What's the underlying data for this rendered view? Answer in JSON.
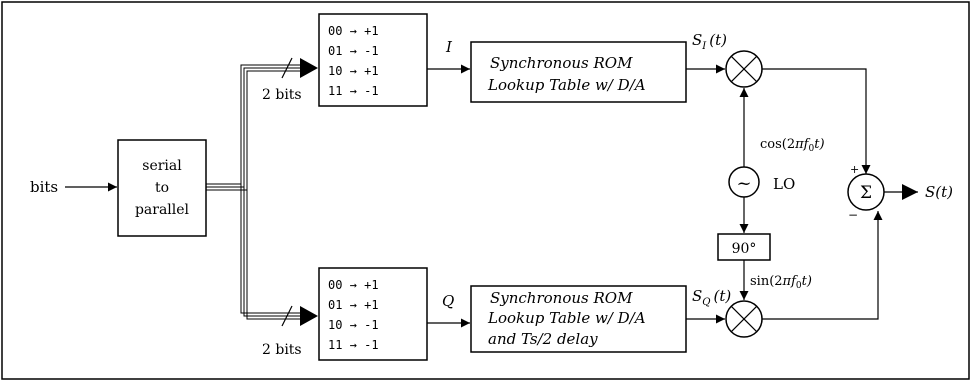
{
  "input": {
    "label": "bits"
  },
  "serial_block": {
    "line1": "serial",
    "line2": "to",
    "line3": "parallel"
  },
  "upper_bus": {
    "label": "2 bits"
  },
  "lower_bus": {
    "label": "2 bits"
  },
  "i_map": {
    "rows": [
      "00 → +1",
      "01 → -1",
      "10 → +1",
      "11 → -1"
    ]
  },
  "q_map": {
    "rows": [
      "00 → +1",
      "01 → +1",
      "10 → -1",
      "11 → -1"
    ]
  },
  "i_signal": {
    "label": "I"
  },
  "q_signal": {
    "label": "Q"
  },
  "rom_i": {
    "line1": "Synchronous ROM",
    "line2": "Lookup Table w/ D/A"
  },
  "rom_q": {
    "line1": "Synchronous ROM",
    "line2": "Lookup Table w/ D/A",
    "line3": "and Ts/2 delay"
  },
  "si_label": {
    "main": "S",
    "sub": "I",
    "arg": "(t)"
  },
  "sq_label": {
    "main": "S",
    "sub": "Q",
    "arg": "(t)"
  },
  "oscillator": {
    "symbol": "~",
    "label": "LO"
  },
  "phase_shift": {
    "label": "90°"
  },
  "cos_label": {
    "prefix": "cos(2",
    "pi": "π",
    "f": "f",
    "sub": "0",
    "suffix": "t)"
  },
  "sin_label": {
    "prefix": "sin(2",
    "pi": "π",
    "f": "f",
    "sub": "0",
    "suffix": "t)"
  },
  "summer": {
    "symbol": "Σ",
    "plus": "+",
    "minus": "−"
  },
  "output": {
    "label": "S(t)"
  },
  "multiplier": {
    "symbol": "×"
  }
}
